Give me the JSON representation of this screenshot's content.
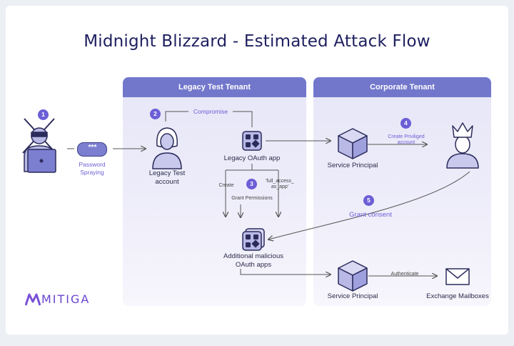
{
  "title": "Midnight Blizzard - Estimated Attack Flow",
  "tenants": {
    "legacy": "Legacy Test Tenant",
    "corporate": "Corporate Tenant"
  },
  "steps": [
    "1",
    "2",
    "3",
    "4",
    "5"
  ],
  "labels": {
    "password_spraying": "Password\nSpraying",
    "compromise": "Compromise",
    "legacy_test_account": "Legacy Test\naccount",
    "legacy_oauth_app": "Legacy OAuth app",
    "create": "Create",
    "full_access": "'full_access_\nas_app'",
    "grant_permissions": "Grant Permissions",
    "additional_apps": "Additional malicious\nOAuth apps",
    "service_principal_top": "Service Principal",
    "create_privileged": "Create Priviliged\naccount",
    "grant_consent": "Grant consent",
    "service_principal_bottom": "Service Principal",
    "authenticate": "Authenticate",
    "exchange_mailboxes": "Exchange Mailboxes",
    "password_dots": "***"
  },
  "logo": {
    "text": "MITIGA"
  },
  "colors": {
    "accent": "#6b5ed6",
    "header": "#7277cc",
    "title": "#1f2060",
    "icon_fill": "#b9b9e6",
    "icon_stroke": "#2c2c5c"
  },
  "icons": {
    "attacker": "hacker-icon",
    "password": "password-pill-icon",
    "account": "user-icon",
    "oauth_app": "app-grid-icon",
    "service_principal": "cube-icon",
    "privileged": "king-icon",
    "mailbox": "envelope-icon"
  }
}
